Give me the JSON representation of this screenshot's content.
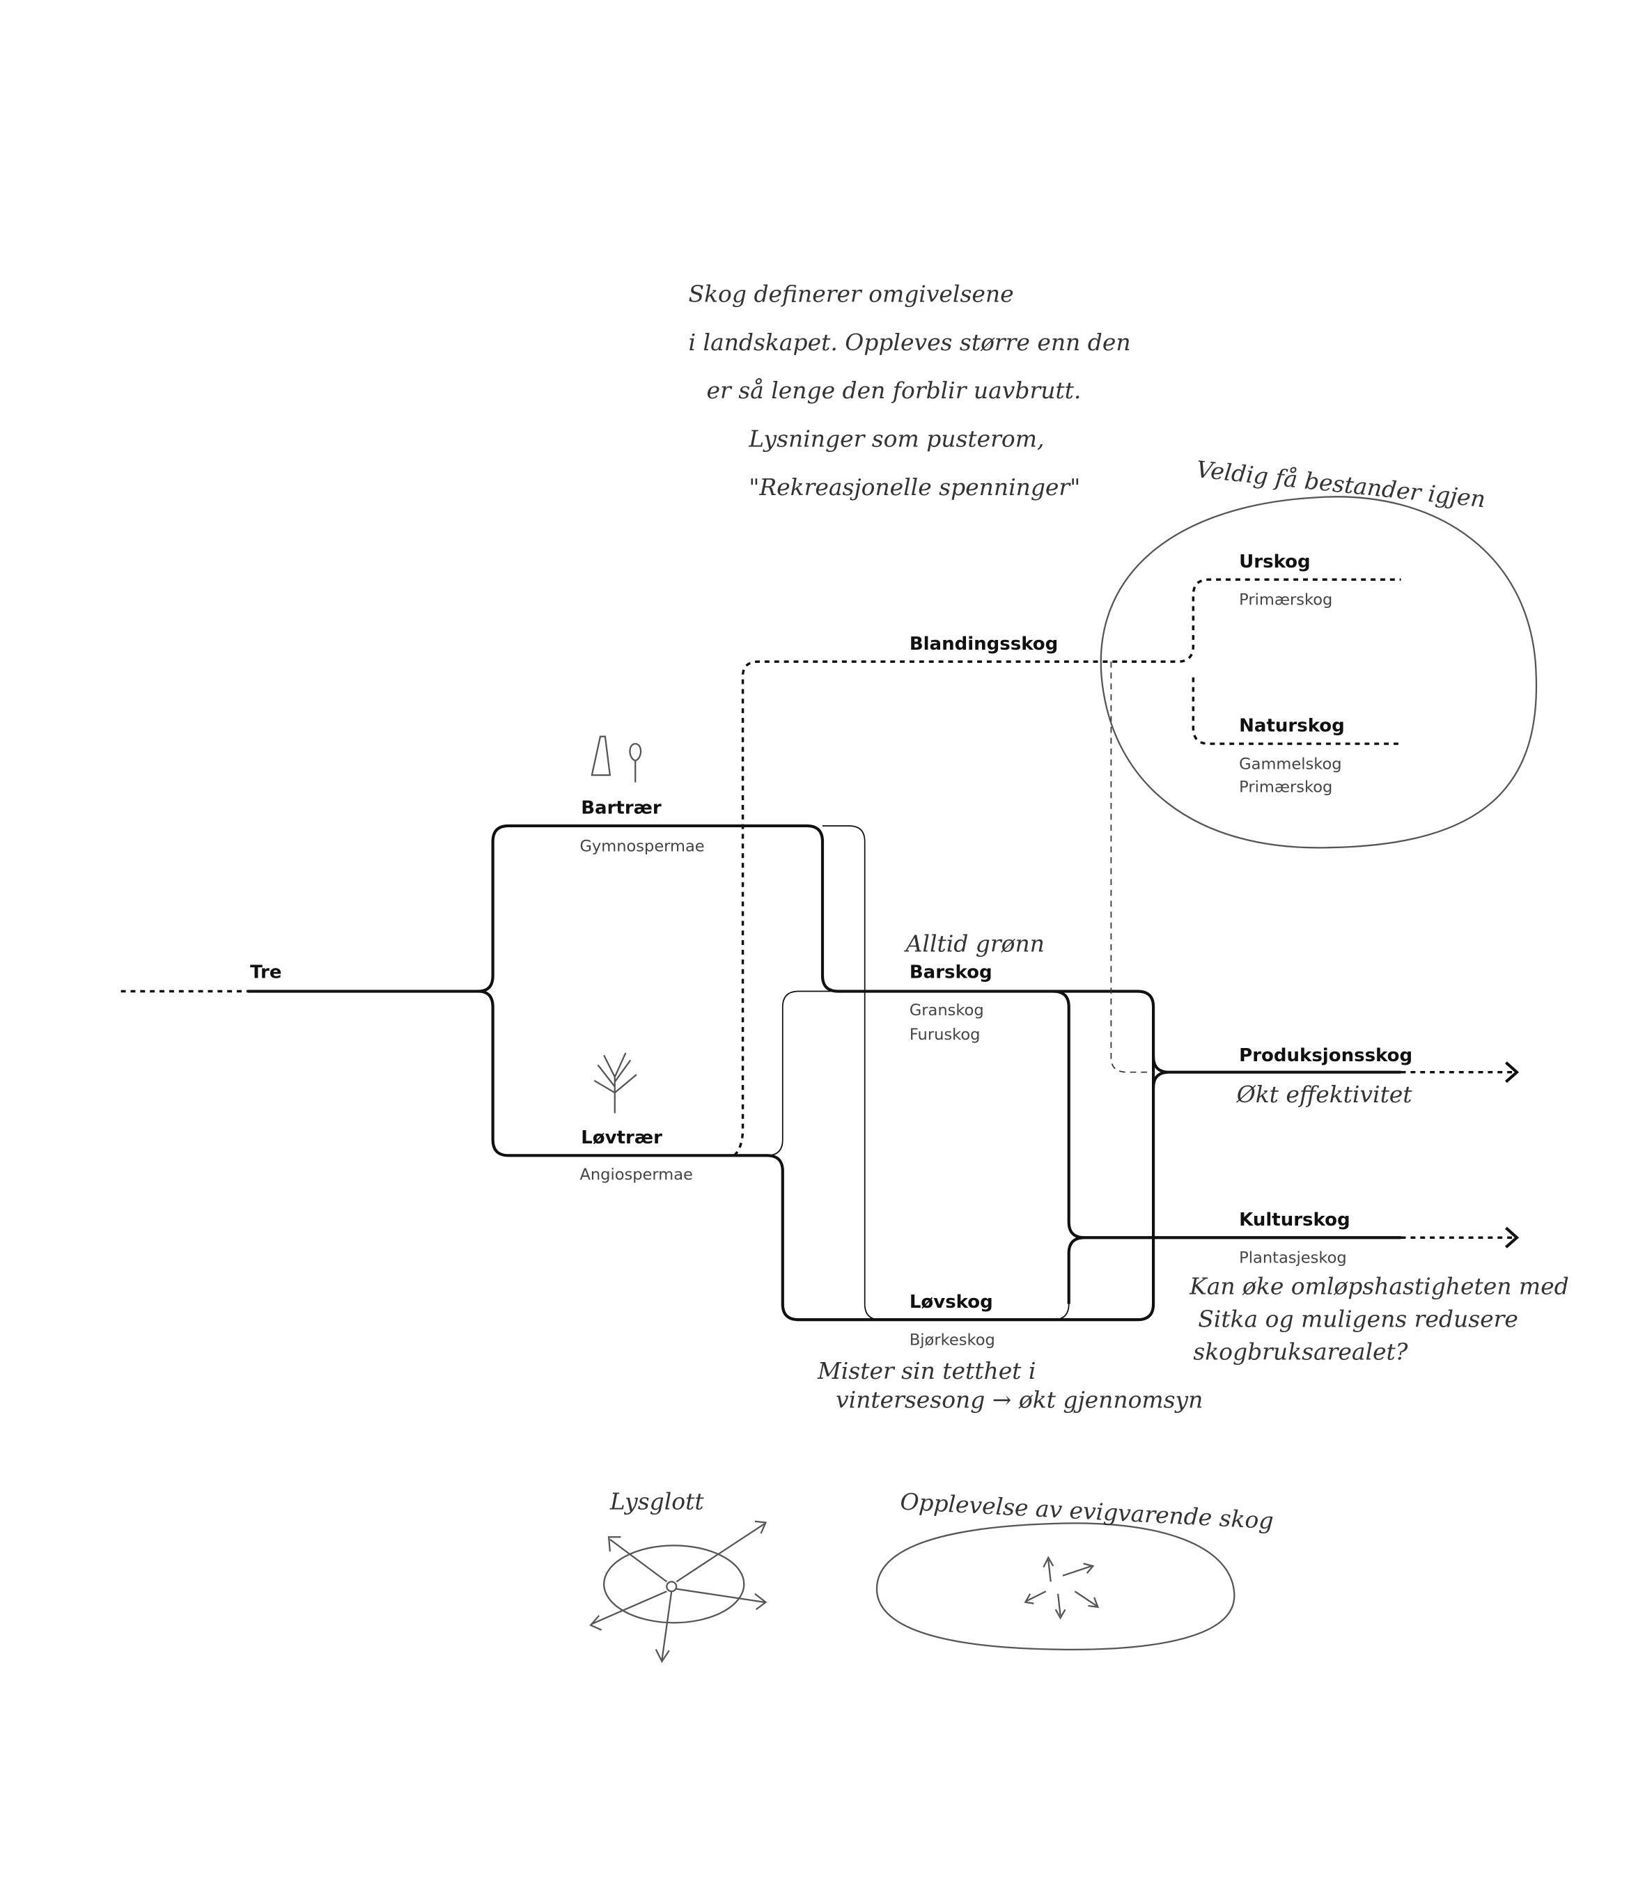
{
  "nodes": {
    "tre": {
      "label": "Tre"
    },
    "bartraer": {
      "label": "Bartrær",
      "sub": "Gymnospermae"
    },
    "lovtraer": {
      "label": "Løvtrær",
      "sub": "Angiospermae"
    },
    "barskog": {
      "label": "Barskog",
      "sub1": "Granskog",
      "sub2": "Furuskog"
    },
    "lovskog": {
      "label": "Løvskog",
      "sub": "Bjørkeskog"
    },
    "blandingsskog": {
      "label": "Blandingsskog"
    },
    "urskog": {
      "label": "Urskog",
      "sub": "Primærskog"
    },
    "naturskog": {
      "label": "Naturskog",
      "sub1": "Gammelskog",
      "sub2": "Primærskog"
    },
    "produksjonsskog": {
      "label": "Produksjonsskog"
    },
    "kulturskog": {
      "label": "Kulturskog",
      "sub": "Plantasjeskog"
    }
  },
  "notes": {
    "top": [
      "Skog definerer omgivelsene",
      "i landskapet. Oppleves større enn den",
      "er så lenge den forblir uavbrutt.",
      "Lysninger som pusterom,",
      "\"Rekreasjonelle spenninger\""
    ],
    "veldig": "Veldig få bestander igjen",
    "alltid": "Alltid grønn",
    "okt": "Økt effektivitet",
    "kan": [
      "Kan øke omløpshastigheten med",
      "Sitka og muligens redusere",
      "skogbruksarealet?"
    ],
    "mister": [
      "Mister sin tetthet i",
      "vintersesong → økt gjennomsyn"
    ],
    "lysglott": "Lysglott",
    "opplevelse": "Opplevelse av evigvarende skog"
  }
}
